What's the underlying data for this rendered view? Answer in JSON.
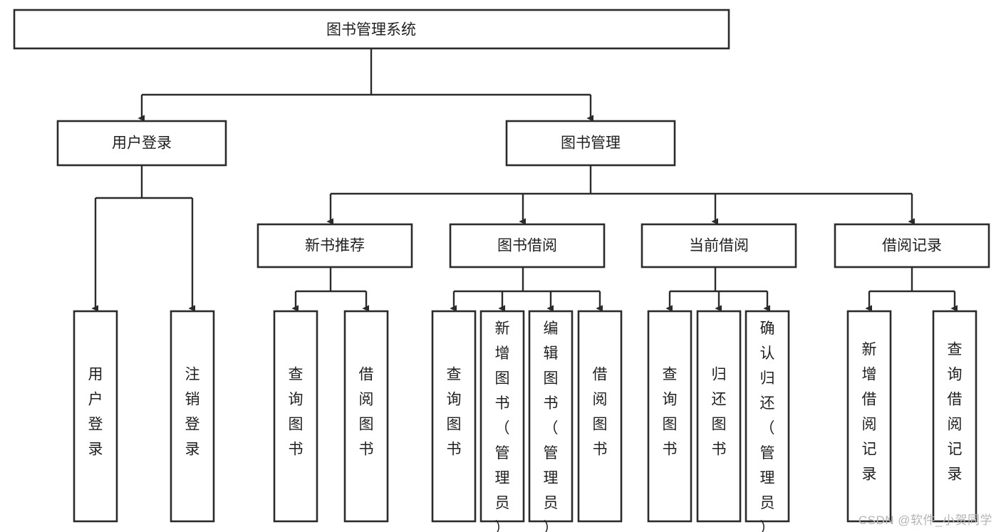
{
  "diagram": {
    "type": "tree",
    "title": "图书管理系统",
    "watermark": "CSDN @软件_小贺同学",
    "colors": {
      "stroke": "#2b2b2b",
      "fill": "#ffffff",
      "text": "#1f1f1f",
      "watermark": "#b5b5b5"
    },
    "root": {
      "label": "图书管理系统"
    },
    "level2": [
      {
        "label": "用户登录"
      },
      {
        "label": "图书管理"
      }
    ],
    "level3": [
      {
        "label": "新书推荐"
      },
      {
        "label": "图书借阅"
      },
      {
        "label": "当前借阅"
      },
      {
        "label": "借阅记录"
      }
    ],
    "leaves": {
      "user_login": [
        {
          "label": "用户登录"
        },
        {
          "label": "注销登录"
        }
      ],
      "new_book_recommend": [
        {
          "label": "查询图书"
        },
        {
          "label": "借阅图书"
        }
      ],
      "book_borrow": [
        {
          "label": "查询图书"
        },
        {
          "label": "新增图书（管理员）"
        },
        {
          "label": "编辑图书（管理员）"
        },
        {
          "label": "借阅图书"
        }
      ],
      "current_borrow": [
        {
          "label": "查询图书"
        },
        {
          "label": "归还图书"
        },
        {
          "label": "确认归还（管理员）"
        }
      ],
      "borrow_record": [
        {
          "label": "新增借阅记录"
        },
        {
          "label": "查询借阅记录"
        }
      ]
    }
  }
}
